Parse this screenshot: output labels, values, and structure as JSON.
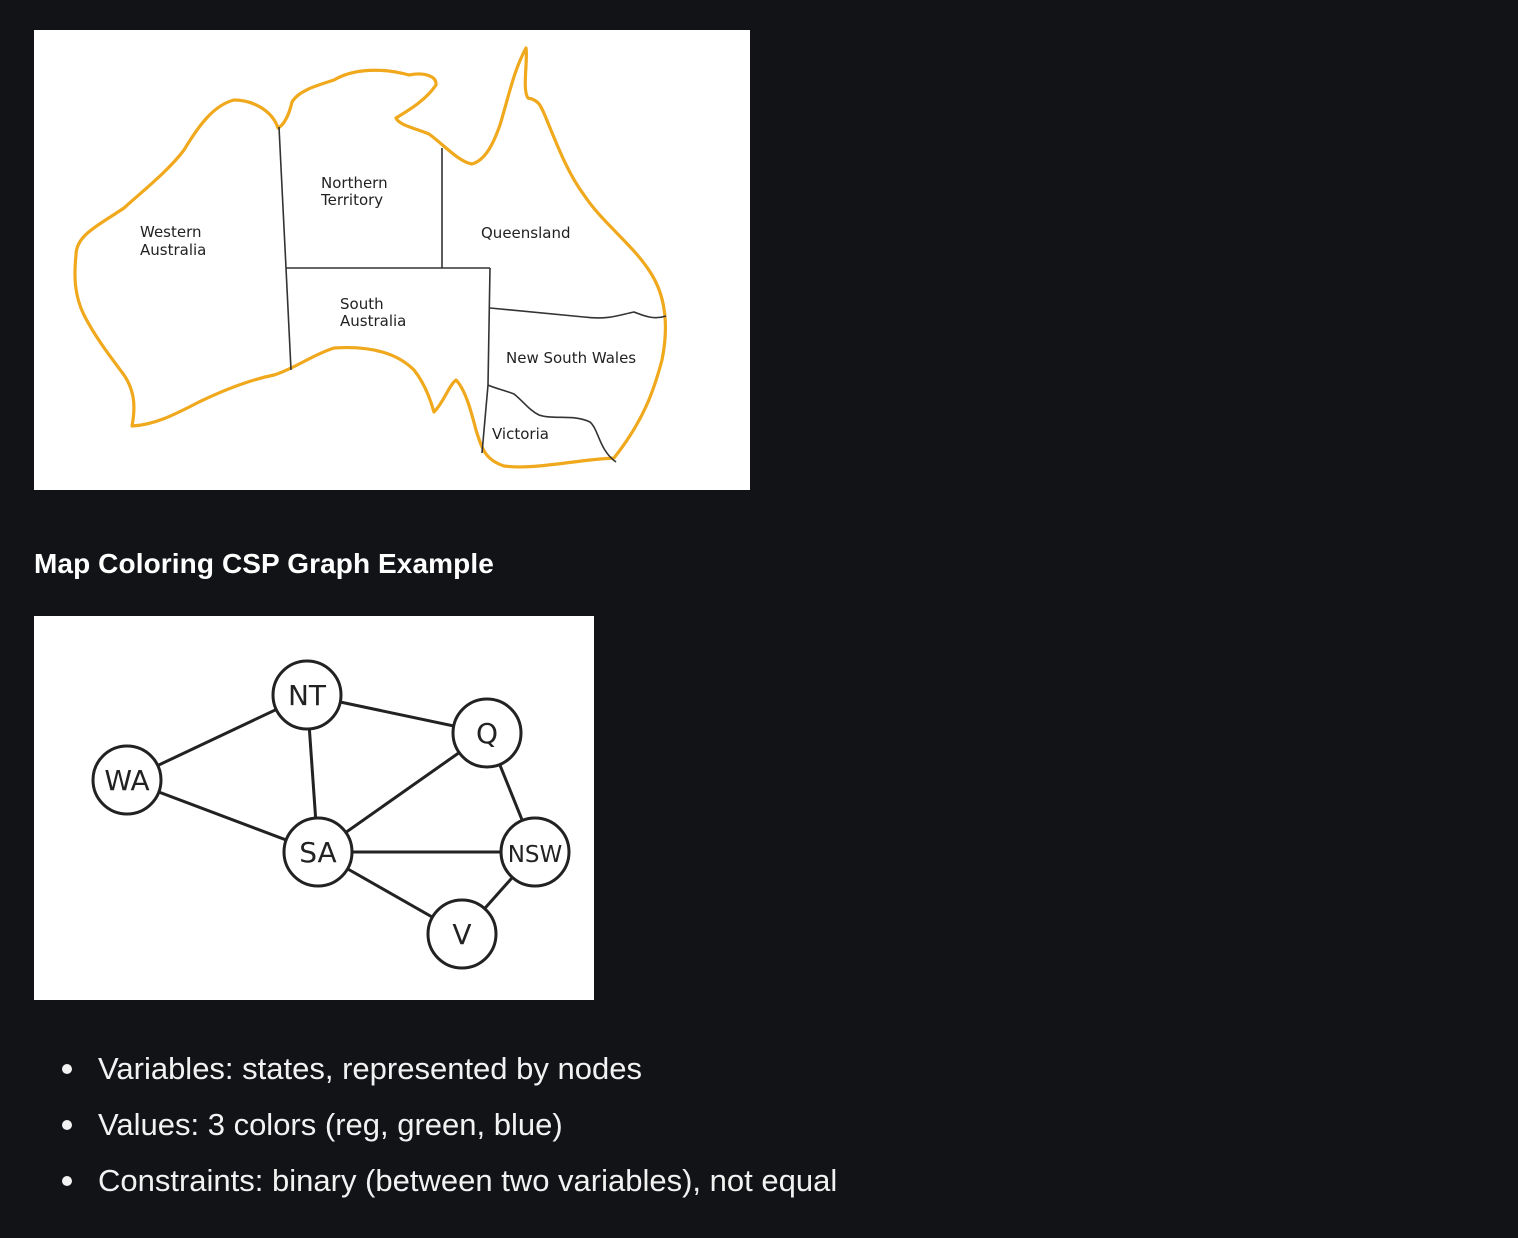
{
  "map": {
    "outline_color": "#f0a81c",
    "regions": {
      "wa": [
        "Western",
        "Australia"
      ],
      "nt": [
        "Northern",
        "Territory"
      ],
      "q": [
        "Queensland"
      ],
      "sa": [
        "South",
        "Australia"
      ],
      "nsw": [
        "New South Wales"
      ],
      "v": [
        "Victoria"
      ]
    }
  },
  "heading": "Map Coloring CSP Graph Example",
  "graph": {
    "nodes": [
      "WA",
      "NT",
      "Q",
      "SA",
      "NSW",
      "V"
    ],
    "edges": [
      [
        "WA",
        "NT"
      ],
      [
        "WA",
        "SA"
      ],
      [
        "NT",
        "SA"
      ],
      [
        "NT",
        "Q"
      ],
      [
        "SA",
        "Q"
      ],
      [
        "SA",
        "NSW"
      ],
      [
        "SA",
        "V"
      ],
      [
        "Q",
        "NSW"
      ],
      [
        "NSW",
        "V"
      ]
    ]
  },
  "bullets": [
    "Variables: states, represented by nodes",
    "Values: 3 colors (reg, green, blue)",
    "Constraints: binary (between two variables), not equal"
  ]
}
